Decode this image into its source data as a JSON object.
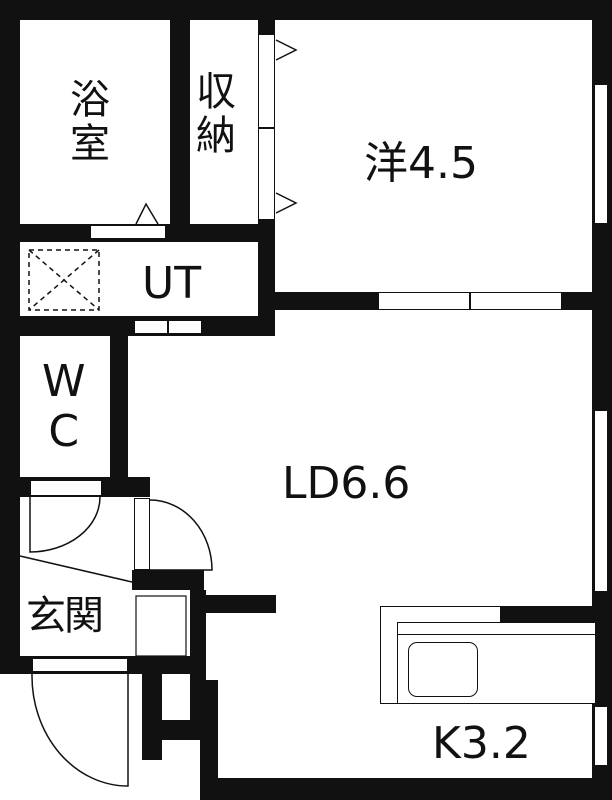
{
  "floor_plan": {
    "rooms": [
      {
        "id": "bathroom",
        "label_line1": "浴",
        "label_line2": "室"
      },
      {
        "id": "storage",
        "label_line1": "収",
        "label_line2": "納"
      },
      {
        "id": "western_room",
        "label": "洋4.5"
      },
      {
        "id": "utility",
        "label": "UT"
      },
      {
        "id": "toilet",
        "label_line1": "W",
        "label_line2": "C"
      },
      {
        "id": "living_dining",
        "label": "LD6.6"
      },
      {
        "id": "entrance",
        "label": "玄関"
      },
      {
        "id": "kitchen",
        "label": "K3.2"
      }
    ],
    "colors": {
      "wall": "#111111",
      "background": "#ffffff"
    }
  }
}
